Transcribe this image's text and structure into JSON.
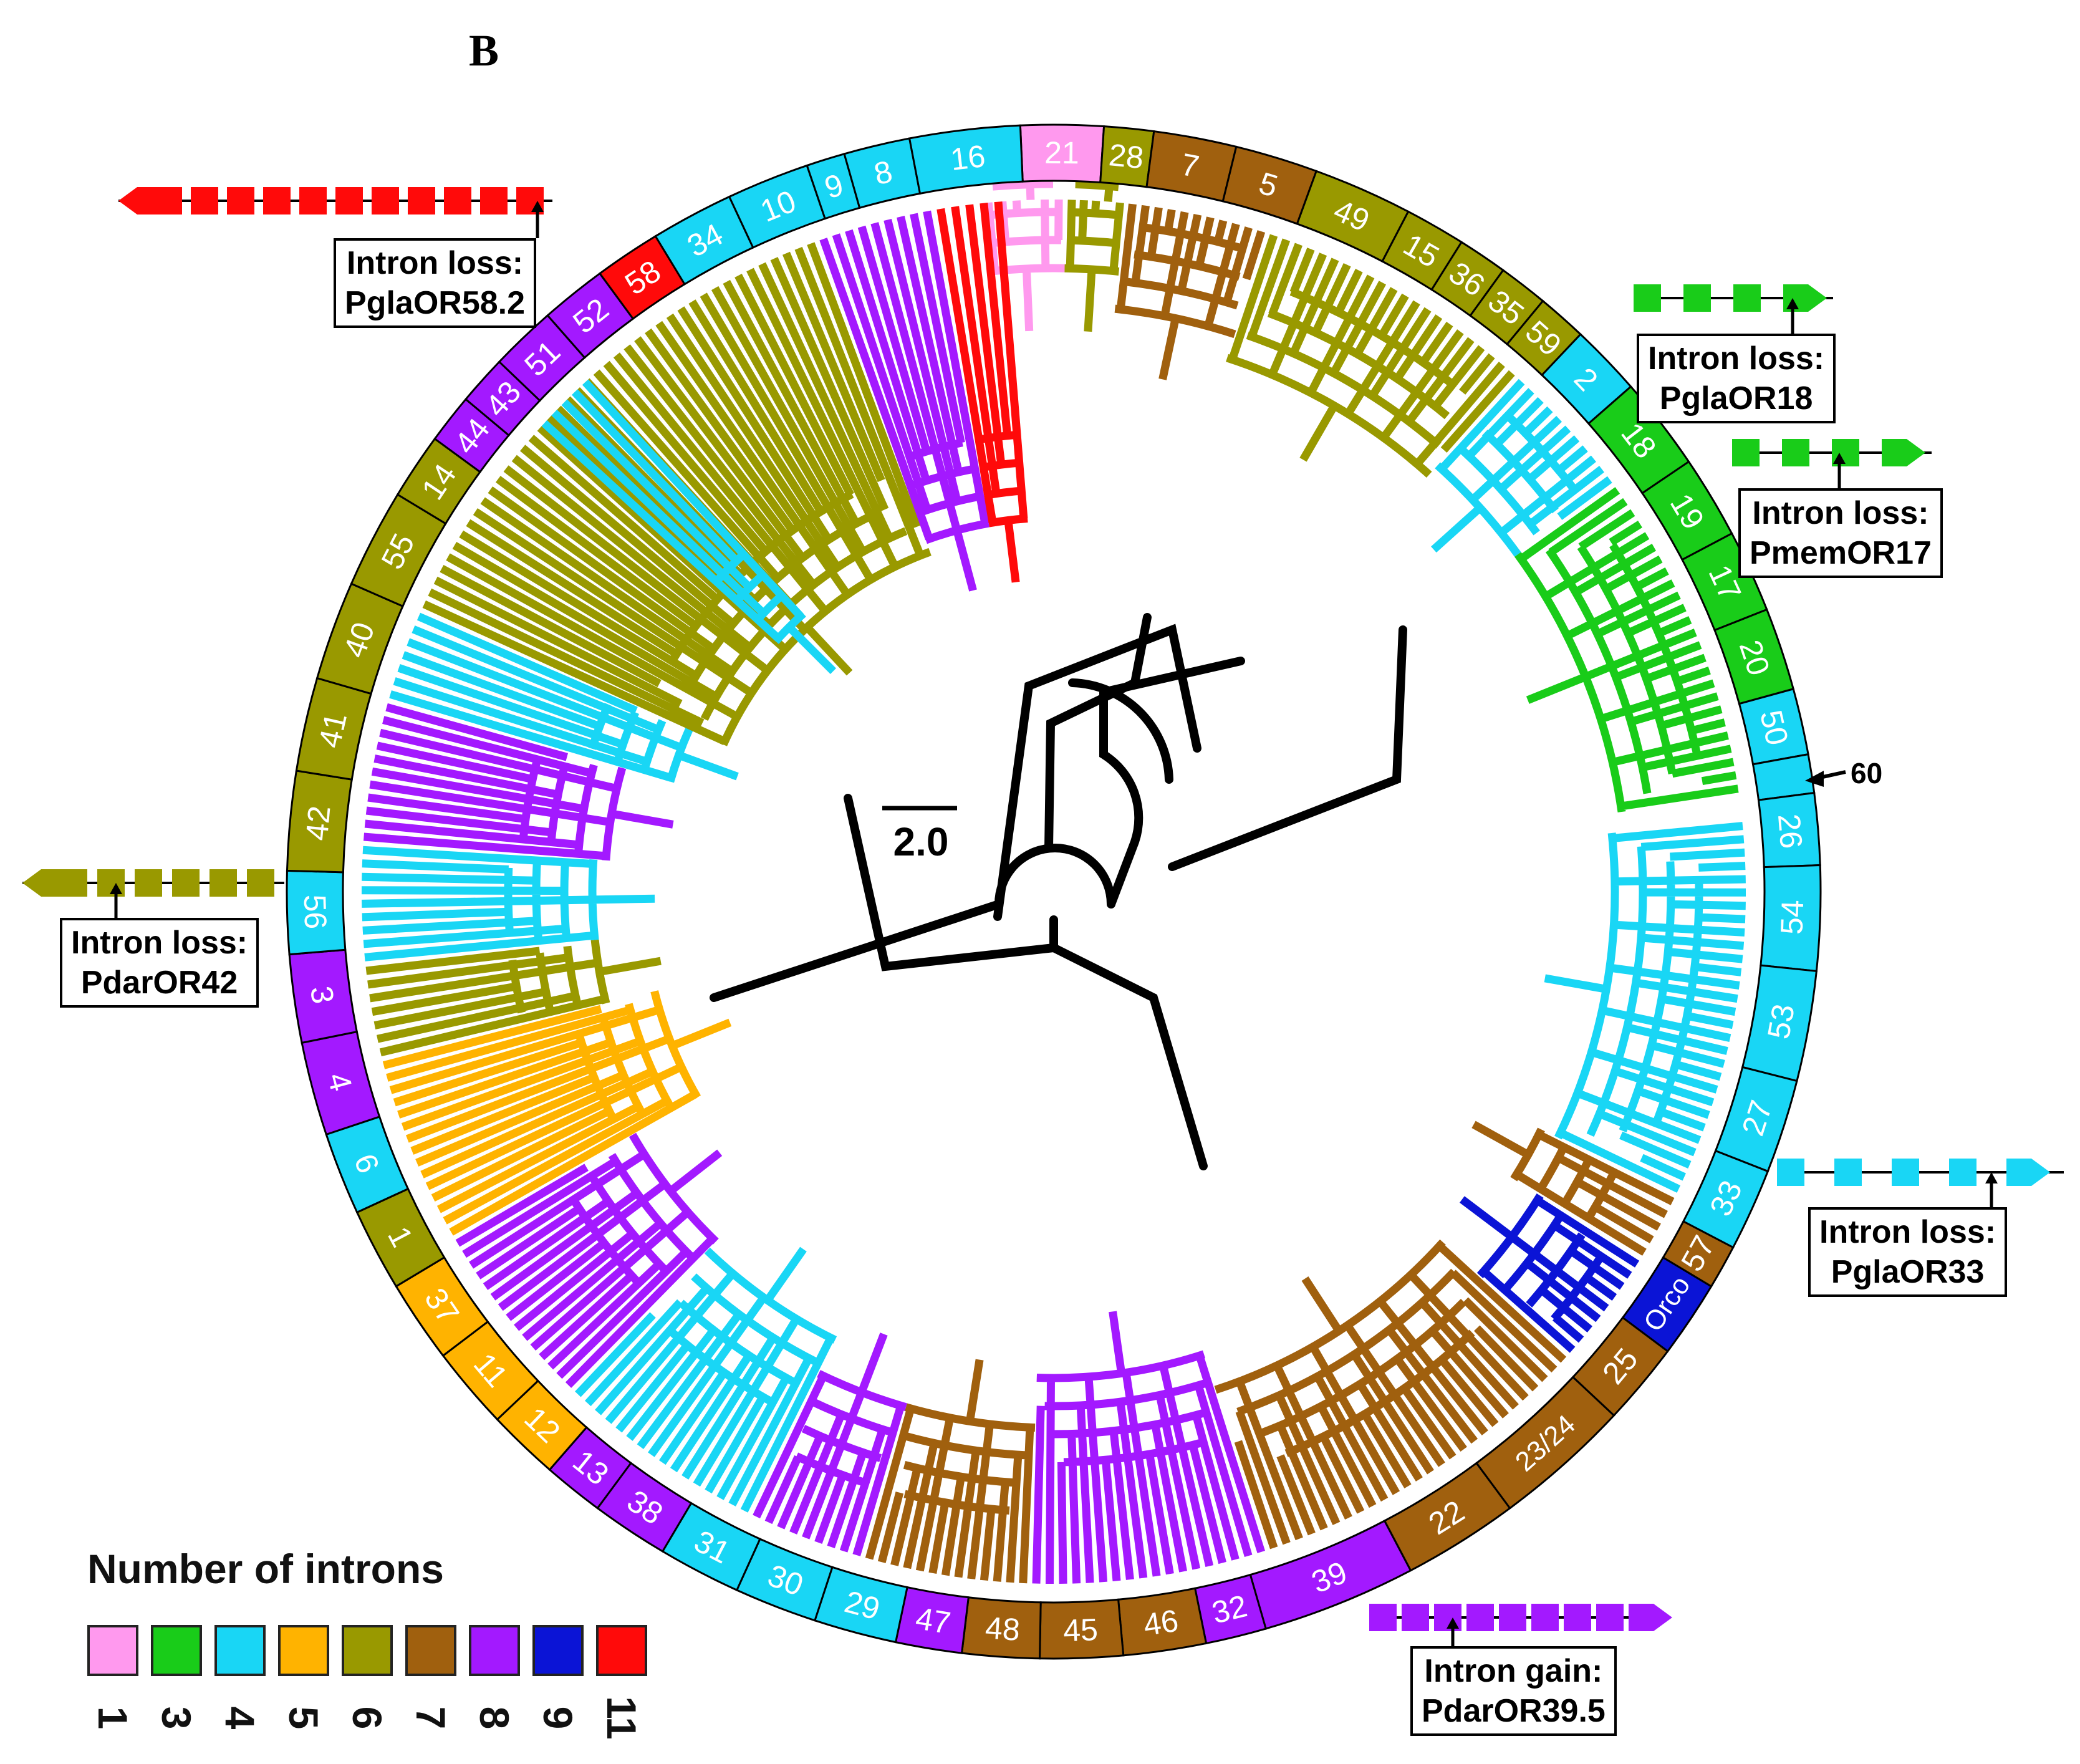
{
  "panel_label": "B",
  "scale_label": "2.0",
  "legend": {
    "title": "Number of introns",
    "items": [
      {
        "label": "1",
        "color": "#ff99ee"
      },
      {
        "label": "3",
        "color": "#19cc19"
      },
      {
        "label": "4",
        "color": "#19d6f5"
      },
      {
        "label": "5",
        "color": "#ffb300"
      },
      {
        "label": "6",
        "color": "#999900"
      },
      {
        "label": "7",
        "color": "#a0600e"
      },
      {
        "label": "8",
        "color": "#a319ff"
      },
      {
        "label": "9",
        "color": "#0b14d6"
      },
      {
        "label": "11",
        "color": "#ff0a0a"
      }
    ]
  },
  "ring": [
    {
      "label": "21",
      "color": "#ff99ee"
    },
    {
      "label": "28",
      "color": "#999900"
    },
    {
      "label": "7",
      "color": "#a0600e"
    },
    {
      "label": "5",
      "color": "#a0600e"
    },
    {
      "label": "49",
      "color": "#999900"
    },
    {
      "label": "15",
      "color": "#999900"
    },
    {
      "label": "36",
      "color": "#999900"
    },
    {
      "label": "35",
      "color": "#999900"
    },
    {
      "label": "59",
      "color": "#999900"
    },
    {
      "label": "2",
      "color": "#19d6f5"
    },
    {
      "label": "18",
      "color": "#19cc19"
    },
    {
      "label": "19",
      "color": "#19cc19"
    },
    {
      "label": "17",
      "color": "#19cc19"
    },
    {
      "label": "20",
      "color": "#19cc19"
    },
    {
      "label": "50",
      "color": "#19d6f5"
    },
    {
      "label": "",
      "color": "#19d6f5"
    },
    {
      "label": "26",
      "color": "#19d6f5"
    },
    {
      "label": "54",
      "color": "#19d6f5"
    },
    {
      "label": "53",
      "color": "#19d6f5"
    },
    {
      "label": "27",
      "color": "#19d6f5"
    },
    {
      "label": "33",
      "color": "#19d6f5"
    },
    {
      "label": "57",
      "color": "#a0600e"
    },
    {
      "label": "Orco",
      "color": "#0b14d6"
    },
    {
      "label": "25",
      "color": "#a0600e"
    },
    {
      "label": "23/24",
      "color": "#a0600e"
    },
    {
      "label": "22",
      "color": "#a0600e"
    },
    {
      "label": "39",
      "color": "#a319ff"
    },
    {
      "label": "32",
      "color": "#a319ff"
    },
    {
      "label": "46",
      "color": "#a0600e"
    },
    {
      "label": "45",
      "color": "#a0600e"
    },
    {
      "label": "48",
      "color": "#a0600e"
    },
    {
      "label": "47",
      "color": "#a319ff"
    },
    {
      "label": "29",
      "color": "#19d6f5"
    },
    {
      "label": "30",
      "color": "#19d6f5"
    },
    {
      "label": "31",
      "color": "#19d6f5"
    },
    {
      "label": "38",
      "color": "#a319ff"
    },
    {
      "label": "13",
      "color": "#a319ff"
    },
    {
      "label": "12",
      "color": "#ffb300"
    },
    {
      "label": "11",
      "color": "#ffb300"
    },
    {
      "label": "37",
      "color": "#ffb300"
    },
    {
      "label": "1",
      "color": "#999900"
    },
    {
      "label": "6",
      "color": "#19d6f5"
    },
    {
      "label": "4",
      "color": "#a319ff"
    },
    {
      "label": "3",
      "color": "#a319ff"
    },
    {
      "label": "56",
      "color": "#19d6f5"
    },
    {
      "label": "42",
      "color": "#999900"
    },
    {
      "label": "41",
      "color": "#999900"
    },
    {
      "label": "40",
      "color": "#999900"
    },
    {
      "label": "55",
      "color": "#999900"
    },
    {
      "label": "14",
      "color": "#999900"
    },
    {
      "label": "44",
      "color": "#a319ff"
    },
    {
      "label": "43",
      "color": "#a319ff"
    },
    {
      "label": "51",
      "color": "#a319ff"
    },
    {
      "label": "52",
      "color": "#a319ff"
    },
    {
      "label": "58",
      "color": "#ff0a0a"
    },
    {
      "label": "34",
      "color": "#19d6f5"
    },
    {
      "label": "10",
      "color": "#19d6f5"
    },
    {
      "label": "9",
      "color": "#19d6f5"
    },
    {
      "label": "8",
      "color": "#19d6f5"
    },
    {
      "label": "16",
      "color": "#19d6f5"
    }
  ],
  "ring_pointer_label": "60",
  "clades": [
    {
      "color": "#ff99ee"
    },
    {
      "color": "#999900"
    },
    {
      "color": "#a0600e"
    },
    {
      "color": "#999900"
    },
    {
      "color": "#19d6f5"
    },
    {
      "color": "#19cc19"
    },
    {
      "color": "#19d6f5"
    },
    {
      "color": "#a0600e"
    },
    {
      "color": "#0b14d6"
    },
    {
      "color": "#a0600e"
    },
    {
      "color": "#a319ff"
    },
    {
      "color": "#a0600e"
    },
    {
      "color": "#a319ff"
    },
    {
      "color": "#19d6f5"
    },
    {
      "color": "#a319ff"
    },
    {
      "color": "#ffb300"
    },
    {
      "color": "#999900"
    },
    {
      "color": "#19d6f5"
    },
    {
      "color": "#a319ff"
    },
    {
      "color": "#19d6f5"
    },
    {
      "color": "#999900"
    },
    {
      "color": "#a319ff"
    },
    {
      "color": "#ff0a0a"
    },
    {
      "color": "#19d6f5"
    }
  ],
  "callouts": [
    {
      "line1": "Intron loss:",
      "line2": "PglaOR58.2",
      "color": "#ff0a0a"
    },
    {
      "line1": "Intron loss:",
      "line2": "PglaOR18",
      "color": "#19cc19"
    },
    {
      "line1": "Intron loss:",
      "line2": "PmemOR17",
      "color": "#19cc19"
    },
    {
      "line1": "Intron loss:",
      "line2": "PdarOR42",
      "color": "#999900"
    },
    {
      "line1": "Intron loss:",
      "line2": "PglaOR33",
      "color": "#19d6f5"
    },
    {
      "line1": "Intron gain:",
      "line2": "PdarOR39.5",
      "color": "#a319ff"
    }
  ]
}
